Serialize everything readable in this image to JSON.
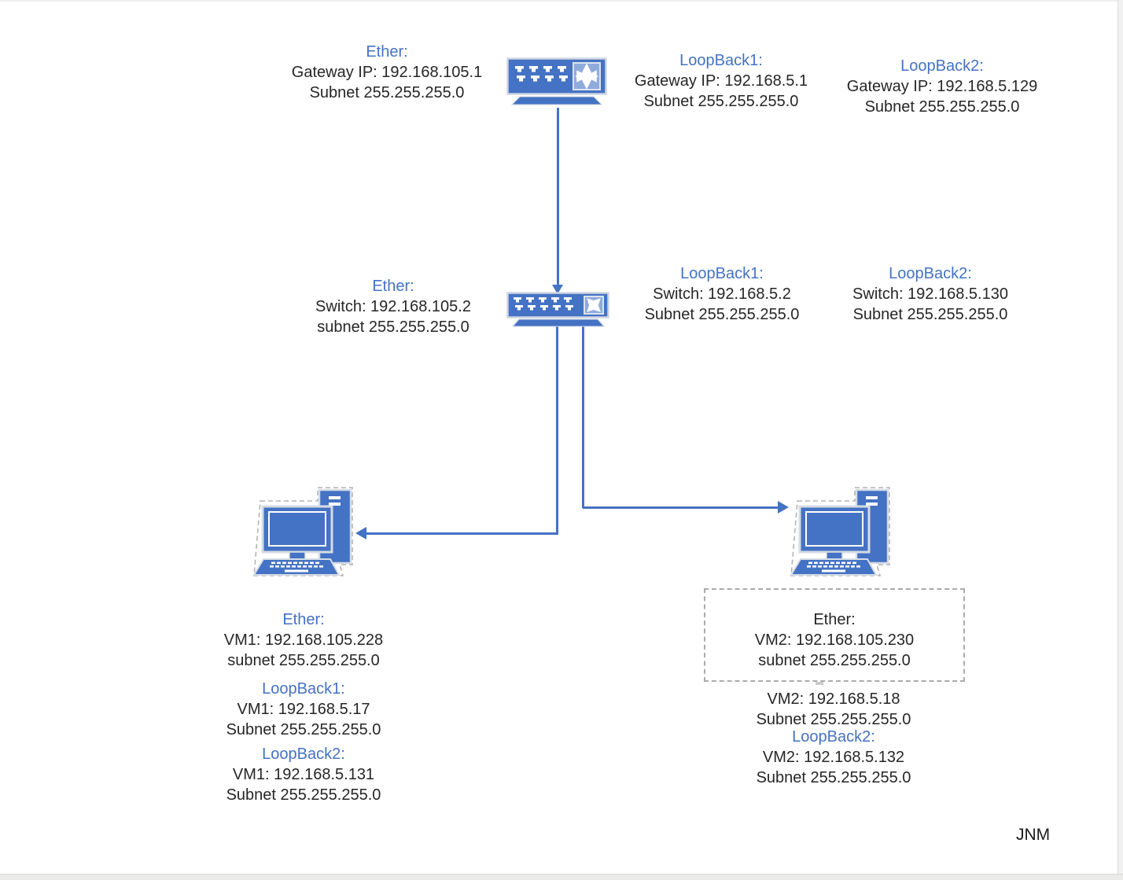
{
  "colors": {
    "accent_blue": "#4472C4",
    "icon_light_blue": "#8FAADC",
    "body_text": "#262626",
    "dashed_gray": "#ababab"
  },
  "nodes": {
    "router": {
      "icon": "router-icon",
      "labels": {
        "ether": {
          "title": "Ether:",
          "line1": "Gateway IP: 192.168.105.1",
          "line2": "Subnet 255.255.255.0"
        },
        "loopback1": {
          "title": "LoopBack1:",
          "line1": "Gateway IP: 192.168.5.1",
          "line2": "Subnet 255.255.255.0"
        },
        "loopback2": {
          "title": "LoopBack2:",
          "line1": "Gateway IP: 192.168.5.129",
          "line2": "Subnet 255.255.255.0"
        }
      }
    },
    "switch": {
      "icon": "switch-icon",
      "labels": {
        "ether": {
          "title": "Ether:",
          "line1": "Switch: 192.168.105.2",
          "line2": "subnet 255.255.255.0"
        },
        "loopback1": {
          "title": "LoopBack1:",
          "line1": "Switch: 192.168.5.2",
          "line2": "Subnet 255.255.255.0"
        },
        "loopback2": {
          "title": "LoopBack2:",
          "line1": "Switch: 192.168.5.130",
          "line2": "Subnet 255.255.255.0"
        }
      }
    },
    "vm1": {
      "icon": "computer-icon",
      "labels": {
        "ether": {
          "title": "Ether:",
          "line1": "VM1: 192.168.105.228",
          "line2": "subnet 255.255.255.0"
        },
        "loopback1": {
          "title": "LoopBack1:",
          "line1": "VM1: 192.168.5.17",
          "line2": "Subnet 255.255.255.0"
        },
        "loopback2": {
          "title": "LoopBack2:",
          "line1": "VM1: 192.168.5.131",
          "line2": "Subnet 255.255.255.0"
        }
      }
    },
    "vm2": {
      "icon": "computer-icon",
      "labels": {
        "ether": {
          "title": "Ether:",
          "line1": "VM2: 192.168.105.230",
          "line2": "subnet 255.255.255.0"
        },
        "loopback1": {
          "line1": "VM2: 192.168.5.18",
          "line2": "Subnet 255.255.255.0"
        },
        "loopback2": {
          "title": "LoopBack2:",
          "line1": "VM2: 192.168.5.132",
          "line2": "Subnet 255.255.255.0"
        }
      }
    }
  },
  "signature": "JNM"
}
